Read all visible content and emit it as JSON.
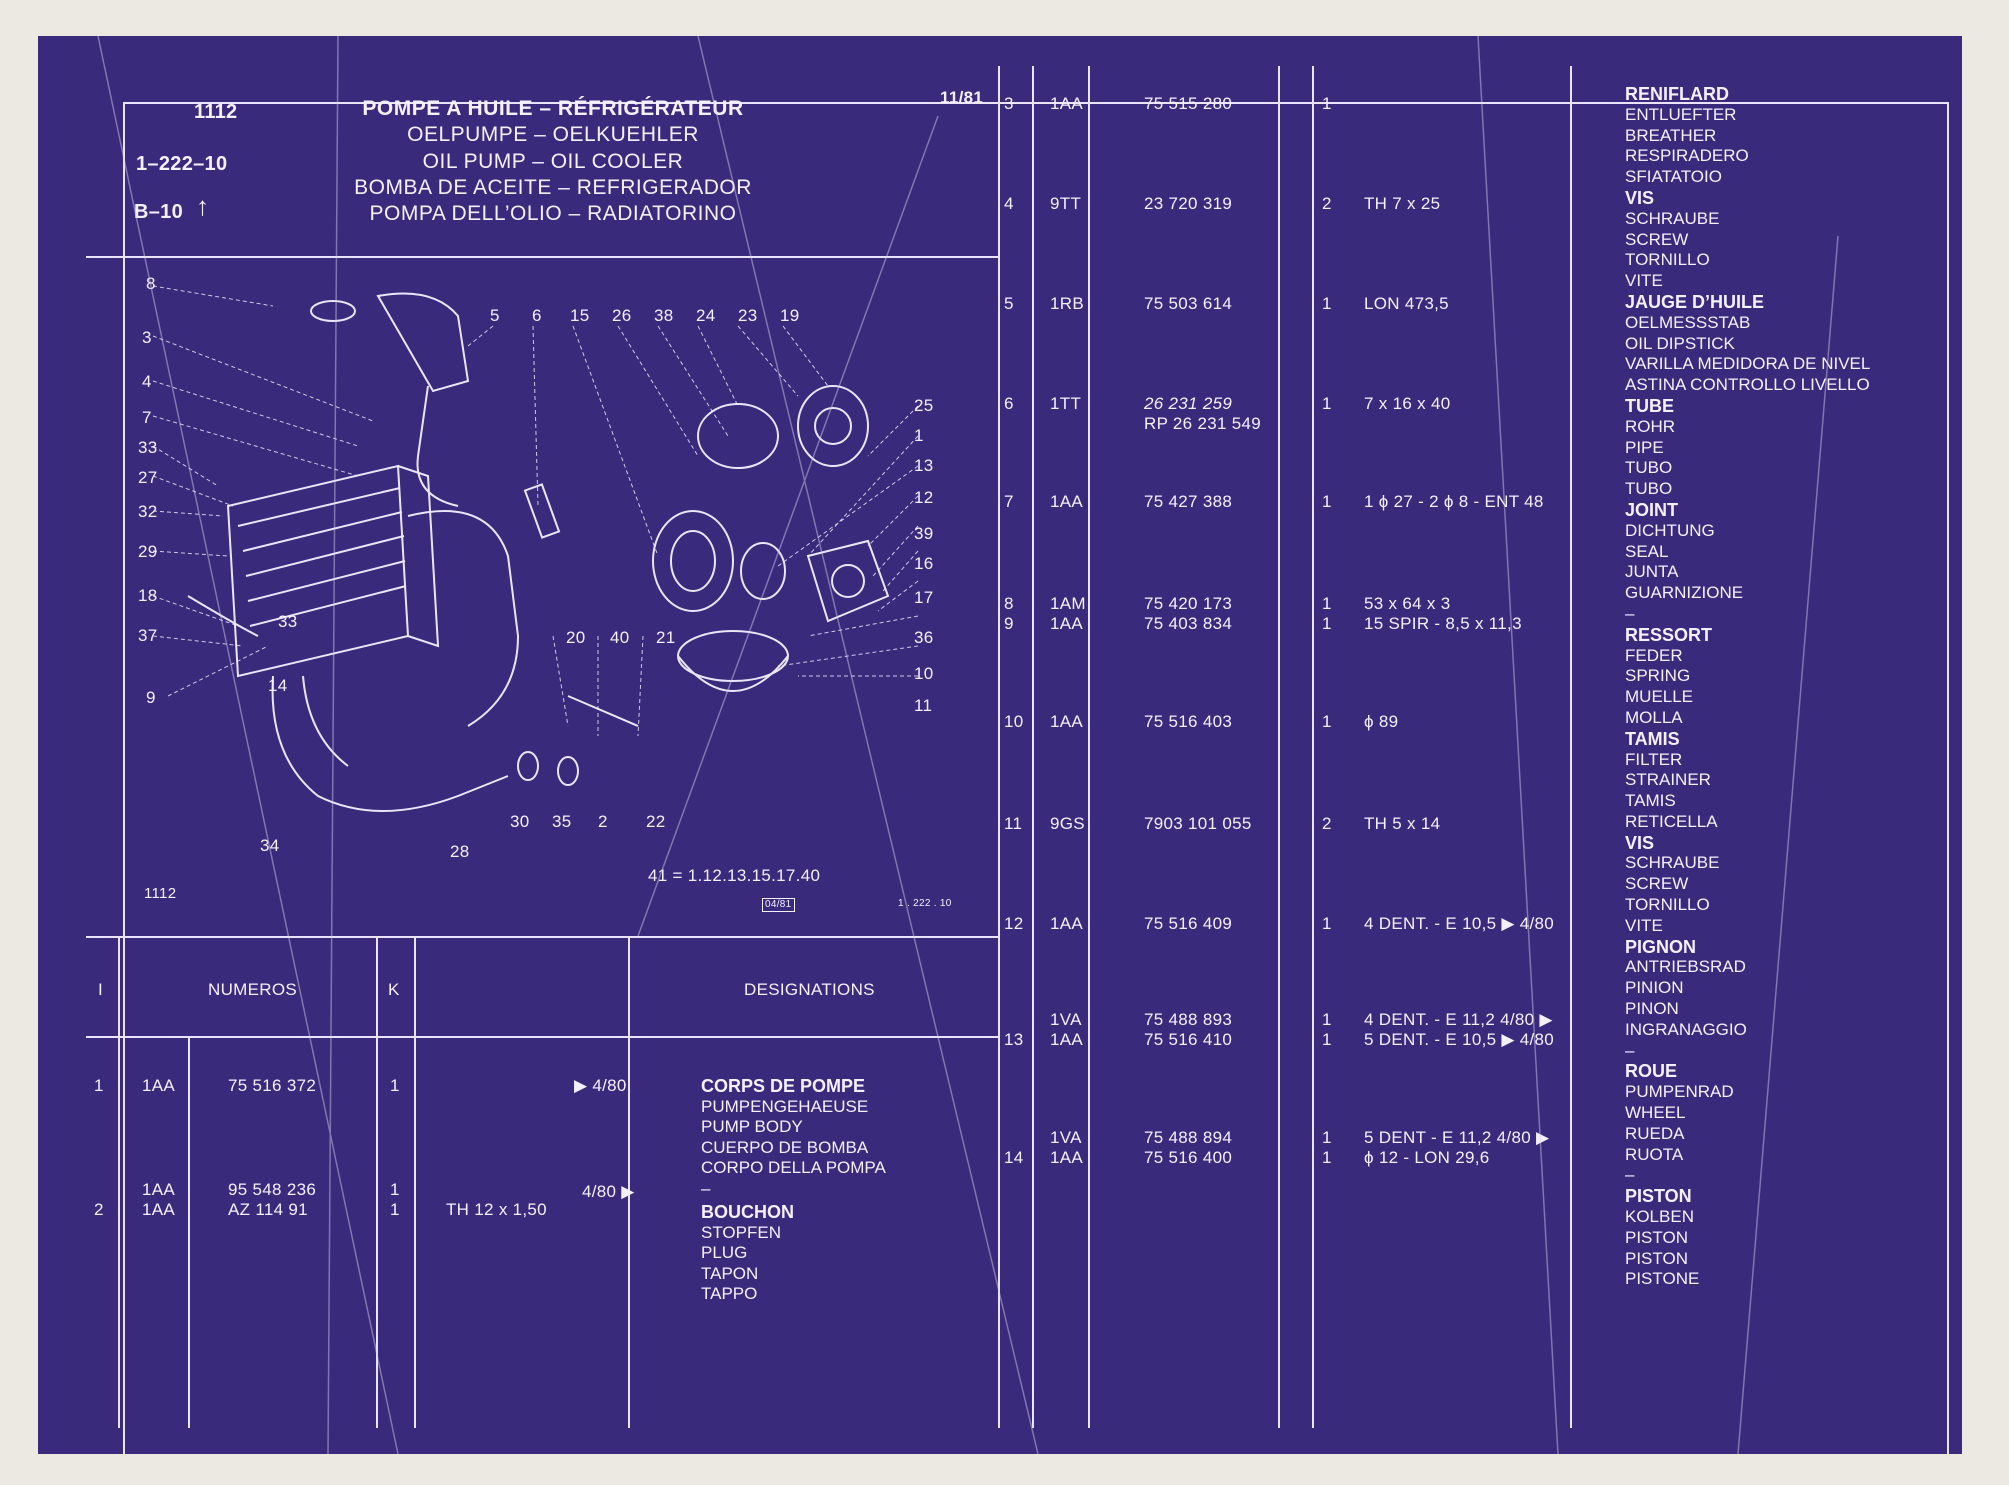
{
  "header": {
    "group": "1112",
    "ref": "1–222–10",
    "sub": "B–10",
    "arrow": "↑",
    "date": "11/81",
    "titles": [
      "POMPE A HUILE – RÉFRIGÉRATEUR",
      "OELPUMPE – OELKUEHLER",
      "OIL PUMP – OIL COOLER",
      "BOMBA DE ACEITE – REFRIGERADOR",
      "POMPA DELL’OLIO – RADIATORINO"
    ]
  },
  "diagram": {
    "callouts": [
      "8",
      "3",
      "4",
      "7",
      "33",
      "27",
      "32",
      "29",
      "18",
      "37",
      "9",
      "14",
      "33",
      "34",
      "28",
      "30",
      "35",
      "2",
      "22",
      "20",
      "40",
      "21",
      "5",
      "6",
      "15",
      "26",
      "38",
      "24",
      "23",
      "19",
      "25",
      "1",
      "13",
      "12",
      "39",
      "16",
      "17",
      "36",
      "10",
      "11"
    ],
    "formula": "41 = 1.12.13.15.17.40",
    "group_label": "1112",
    "date_box": "04/81",
    "ref_small": "1 . 222 . 10"
  },
  "table_header": {
    "col_i": "I",
    "col_numeros": "NUMEROS",
    "col_k": "K",
    "col_designations": "DESIGNATIONS"
  },
  "left_rows": [
    {
      "i": "1",
      "code": "1AA",
      "num": "75 516 372",
      "k": "1",
      "note": "",
      "date": "▶ 4/80",
      "lines": [
        "CORPS DE POMPE",
        "PUMPENGEHAEUSE",
        "PUMP BODY",
        "CUERPO DE BOMBA",
        "CORPO DELLA POMPA",
        "–"
      ]
    },
    {
      "i": "2",
      "code": "1AA",
      "code2": "1AA",
      "num": "95 548 236",
      "num2": "AZ 114 91",
      "k": "1",
      "k2": "1",
      "note": "TH 12 x 1,50",
      "date": "4/80 ▶",
      "lines": [
        "BOUCHON",
        "STOPFEN",
        "PLUG",
        "TAPON",
        "TAPPO"
      ]
    }
  ],
  "right_rows": [
    {
      "i": "3",
      "code": "1AA",
      "num": "75 515 280",
      "k": "1",
      "note": ""
    },
    {
      "i": "4",
      "code": "9TT",
      "num": "23 720 319",
      "k": "2",
      "note": "TH 7 x 25"
    },
    {
      "i": "5",
      "code": "1RB",
      "num": "75 503 614",
      "k": "1",
      "note": "LON 473,5"
    },
    {
      "i": "6",
      "code": "1TT",
      "num": "26 231 259",
      "num2": "RP 26 231 549",
      "k": "1",
      "note": "7 x 16 x 40"
    },
    {
      "i": "7",
      "code": "1AA",
      "num": "75 427 388",
      "k": "1",
      "note": "1 ϕ 27 - 2 ϕ 8 - ENT 48"
    },
    {
      "i": "8",
      "code": "1AM",
      "num": "75 420 173",
      "k": "1",
      "note": "53 x 64 x 3"
    },
    {
      "i": "9",
      "code": "1AA",
      "num": "75 403 834",
      "k": "1",
      "note": "15 SPIR - 8,5 x 11,3"
    },
    {
      "i": "10",
      "code": "1AA",
      "num": "75 516 403",
      "k": "1",
      "note": "ϕ 89"
    },
    {
      "i": "11",
      "code": "9GS",
      "num": "7903 101 055",
      "k": "2",
      "note": "TH 5 x 14"
    },
    {
      "i": "12",
      "code": "1AA",
      "num": "75 516 409",
      "k": "1",
      "note": "4 DENT. - E 10,5 ▶ 4/80"
    },
    {
      "i": "",
      "code": "1VA",
      "num": "75 488 893",
      "k": "1",
      "note": "4 DENT. - E 11,2 4/80 ▶"
    },
    {
      "i": "13",
      "code": "1AA",
      "num": "75 516 410",
      "k": "1",
      "note": "5 DENT. - E 10,5 ▶ 4/80"
    },
    {
      "i": "",
      "code": "1VA",
      "num": "75 488 894",
      "k": "1",
      "note": "5 DENT - E 11,2 4/80 ▶"
    },
    {
      "i": "14",
      "code": "1AA",
      "num": "75 516 400",
      "k": "1",
      "note": "ϕ 12 - LON 29,6"
    }
  ],
  "designations": [
    "RENIFLARD",
    "ENTLUEFTER",
    "BREATHER",
    "RESPIRADERO",
    "SFIATATOIO",
    "VIS",
    "SCHRAUBE",
    "SCREW",
    "TORNILLO",
    "VITE",
    "JAUGE D’HUILE",
    "OELMESSSTAB",
    "OIL DIPSTICK",
    "VARILLA MEDIDORA DE NIVEL",
    "ASTINA CONTROLLO LIVELLO",
    "TUBE",
    "ROHR",
    "PIPE",
    "TUBO",
    "TUBO",
    "JOINT",
    "DICHTUNG",
    "SEAL",
    "JUNTA",
    "GUARNIZIONE",
    "–",
    "RESSORT",
    "FEDER",
    "SPRING",
    "MUELLE",
    "MOLLA",
    "TAMIS",
    "FILTER",
    "STRAINER",
    "TAMIS",
    "RETICELLA",
    "VIS",
    "SCHRAUBE",
    "SCREW",
    "TORNILLO",
    "VITE",
    "PIGNON",
    "ANTRIEBSRAD",
    "PINION",
    "PINON",
    "INGRANAGGIO",
    "–",
    "ROUE",
    "PUMPENRAD",
    "WHEEL",
    "RUEDA",
    "RUOTA",
    "–",
    "PISTON",
    "KOLBEN",
    "PISTON",
    "PISTON",
    "PISTONE"
  ],
  "bold_indices": [
    0,
    5,
    10,
    15,
    20,
    26,
    31,
    36,
    41,
    47,
    53
  ],
  "colors": {
    "background": "#3a2a7c",
    "ink": "#f4f1ff",
    "paper": "#ece9e2"
  }
}
